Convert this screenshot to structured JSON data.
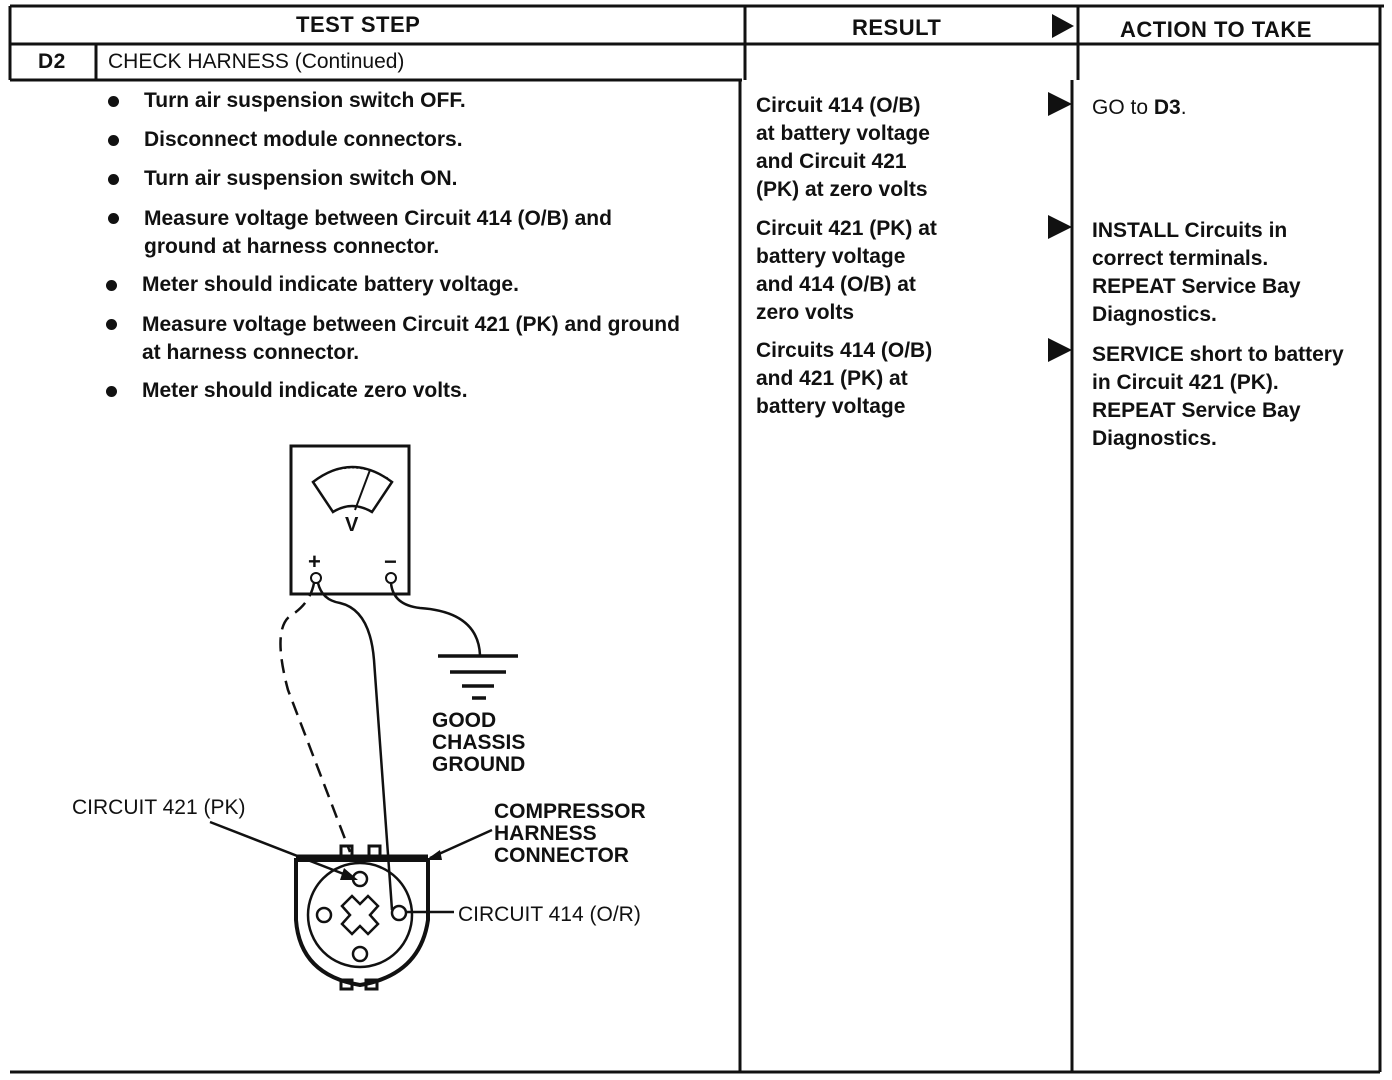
{
  "header": {
    "test_step": "TEST STEP",
    "result": "RESULT",
    "action": "ACTION TO TAKE"
  },
  "step": {
    "id": "D2",
    "title": "CHECK HARNESS (Continued)",
    "bullets": [
      "Turn air suspension switch OFF.",
      "Disconnect module connectors.",
      "Turn air suspension switch ON.",
      "Measure voltage between Circuit 414 (O/B) and ground at harness connector.",
      "Meter should indicate battery voltage.",
      "Measure voltage between Circuit 421 (PK) and ground at harness connector.",
      "Meter should indicate zero volts."
    ]
  },
  "results": [
    [
      "Circuit 414 (O/B)",
      "at battery voltage",
      "and Circuit 421",
      "(PK) at zero volts"
    ],
    [
      "Circuit 421 (PK) at",
      "battery voltage",
      "and 414 (O/B) at",
      "zero volts"
    ],
    [
      "Circuits 414 (O/B)",
      "and 421 (PK) at",
      "battery voltage"
    ]
  ],
  "actions": [
    {
      "prefix": "GO to ",
      "bold": "D3",
      "suffix": "."
    },
    {
      "lines": [
        "INSTALL Circuits in",
        "correct terminals.",
        "REPEAT Service Bay",
        "Diagnostics."
      ]
    },
    {
      "lines": [
        "SERVICE short to battery",
        "in Circuit 421 (PK).",
        "REPEAT Service Bay",
        "Diagnostics."
      ]
    }
  ],
  "diagram": {
    "meter_unit": "V",
    "plus": "+",
    "minus": "−",
    "ground_label": [
      "GOOD",
      "CHASSIS",
      "GROUND"
    ],
    "circuit_421_label": "CIRCUIT 421 (PK)",
    "connector_label": [
      "COMPRESSOR",
      "HARNESS",
      "CONNECTOR"
    ],
    "circuit_414_label": "CIRCUIT 414 (O/R)"
  }
}
